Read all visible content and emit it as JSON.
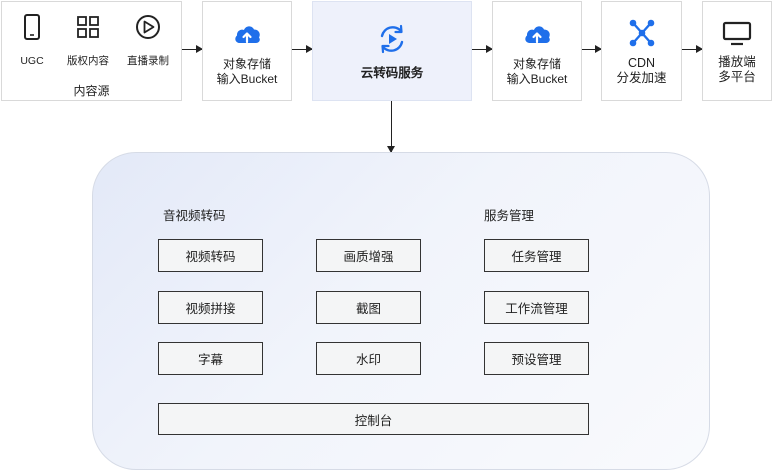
{
  "source": {
    "label": "内容源",
    "items": [
      {
        "label": "UGC",
        "icon": "phone-icon"
      },
      {
        "label": "版权内容",
        "icon": "grid-icon"
      },
      {
        "label": "直播录制",
        "icon": "play-circle-icon"
      }
    ]
  },
  "pipeline": {
    "storage_in": {
      "line1": "对象存储",
      "line2": "输入Bucket",
      "icon": "cloud-upload-icon"
    },
    "transcode": {
      "label": "云转码服务",
      "icon": "refresh-play-icon"
    },
    "storage_out": {
      "line1": "对象存储",
      "line2": "输入Bucket",
      "icon": "cloud-upload-icon"
    },
    "cdn": {
      "line1": "CDN",
      "line2": "分发加速",
      "icon": "network-icon"
    },
    "player": {
      "line1": "播放端",
      "line2": "多平台",
      "icon": "monitor-icon"
    }
  },
  "panel": {
    "av_title": "音视频转码",
    "service_title": "服务管理",
    "col1": [
      "视频转码",
      "视频拼接",
      "字幕"
    ],
    "col2": [
      "画质增强",
      "截图",
      "水印"
    ],
    "col3": [
      "任务管理",
      "工作流管理",
      "预设管理"
    ],
    "console": "控制台"
  },
  "colors": {
    "accent": "#1f6fea",
    "highlight_bg": "#eef1fb",
    "border": "#d9d9d9"
  }
}
